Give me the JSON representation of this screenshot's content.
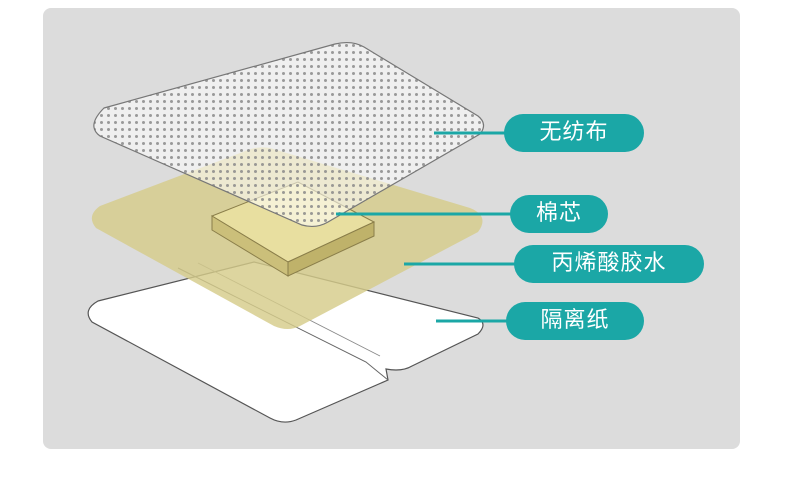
{
  "labels": {
    "nonwoven": "无纺布",
    "cotton_core": "棉芯",
    "acrylic_glue": "丙烯酸胶水",
    "release_paper": "隔离纸"
  },
  "colors": {
    "background": "#dcdcdc",
    "accent": "#1ba7a6",
    "glue_layer": "#d6cc8a",
    "paper": "#ffffff"
  }
}
